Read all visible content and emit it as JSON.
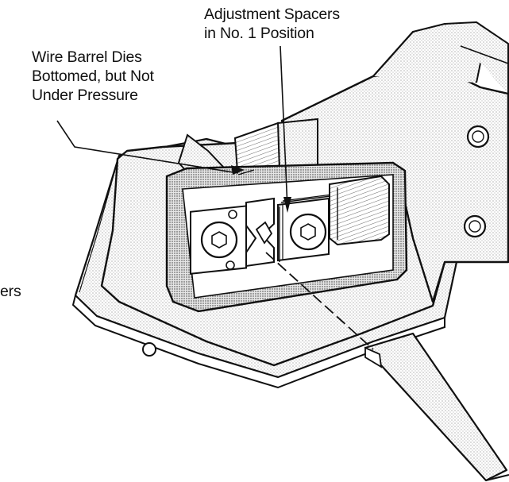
{
  "labels": {
    "adjustment_spacers": [
      "Adjustment Spacers",
      "in No. 1 Position"
    ],
    "wire_barrel_dies": [
      "Wire Barrel Dies",
      "Bottomed, but Not",
      "Under Pressure"
    ],
    "cropped_label_tail": "ers"
  },
  "colors": {
    "ink": "#111111",
    "paper": "#ffffff",
    "shade": "#cfcfcf"
  }
}
